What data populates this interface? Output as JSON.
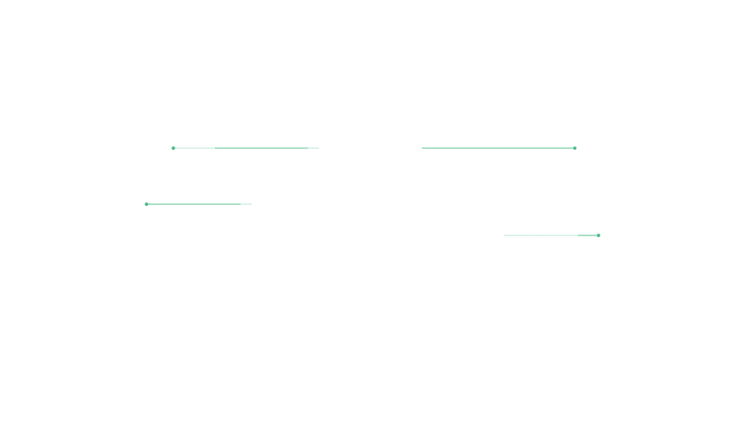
{
  "colors": {
    "background": "#ffffff",
    "leader": "#4dbb8a"
  },
  "annotations": [
    {
      "id": "upper-left",
      "label": ""
    },
    {
      "id": "upper-right",
      "label": ""
    },
    {
      "id": "middle-left",
      "label": ""
    },
    {
      "id": "middle-right",
      "label": ""
    }
  ]
}
